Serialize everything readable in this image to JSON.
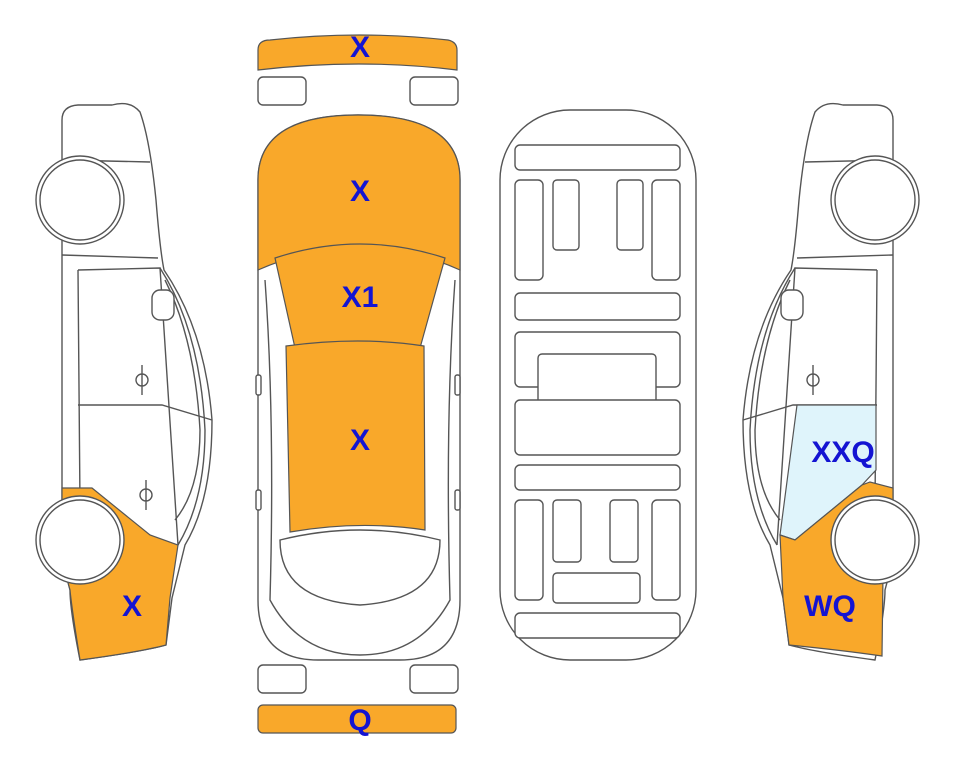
{
  "colors": {
    "damage": "#f9a82a",
    "glass": "#dff4fb",
    "label": "#1414d2"
  },
  "panels": {
    "front_bumper": {
      "code": "X"
    },
    "hood": {
      "code": "X"
    },
    "windshield": {
      "code": "X1"
    },
    "roof": {
      "code": "X"
    },
    "rear_bumper": {
      "code": "Q"
    },
    "left_rear_quarter": {
      "code": "X"
    },
    "right_rear_door": {
      "code": "XXQ"
    },
    "right_rear_quarter": {
      "code": "WQ"
    }
  }
}
